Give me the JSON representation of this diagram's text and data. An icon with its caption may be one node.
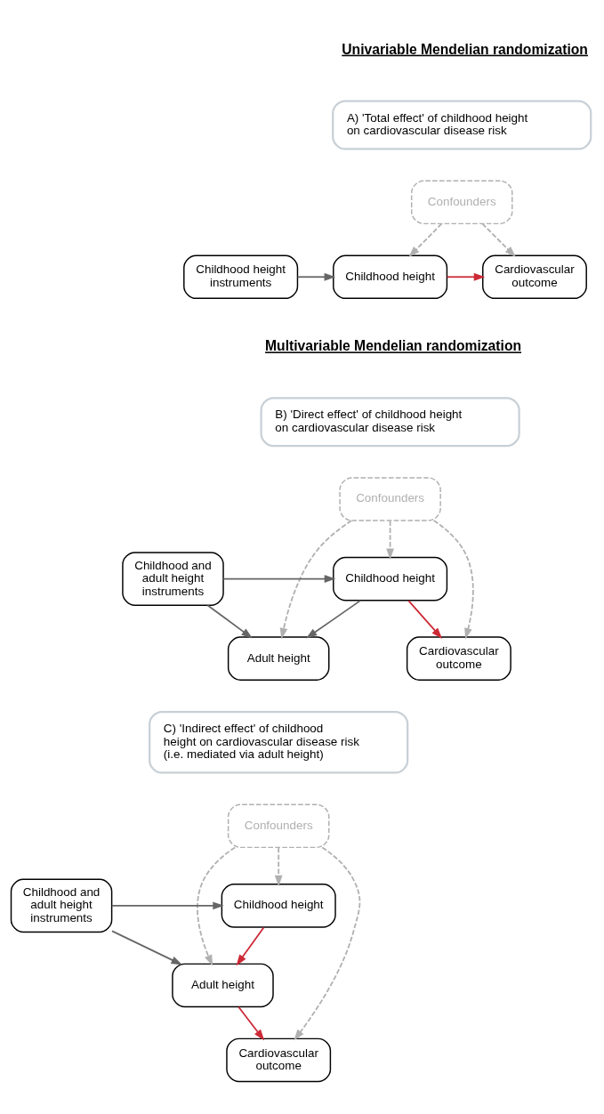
{
  "diagram": {
    "nodes": [
      {
        "text": [
          "A) 'Total effect' of childhood height on cardiovascular disease risk"
        ]
      },
      {
        "text": [
          "Confounders"
        ]
      },
      {
        "text": [
          "Childhood height instruments"
        ]
      },
      {
        "text": [
          "Childhood height"
        ]
      },
      {
        "text": [
          "Cardiovascular outcome"
        ]
      },
      {
        "text": [
          "B) 'Direct effect' of childhood height on cardiovascular disease risk"
        ]
      },
      {
        "text": [
          "Confounders"
        ]
      },
      {
        "text": [
          "Childhood height"
        ]
      },
      {
        "text": [
          "Childhood and adult height instruments"
        ]
      },
      {
        "text": [
          "Cardiovascular outcome"
        ]
      },
      {
        "text": [
          "Adult height"
        ]
      },
      {
        "text": [
          "C) 'Indirect effect' of childhood height on cardiovascular disease risk (i.e. mediated via adult height)"
        ]
      },
      {
        "text": [
          "Confounders"
        ]
      },
      {
        "text": [
          "Childhood height"
        ]
      },
      {
        "text": [
          "Childhood and adult height instruments"
        ]
      },
      {
        "text": [
          "Cardiovascular outcome"
        ]
      },
      {
        "text": [
          "Adult height"
        ]
      }
    ],
    "edges": [
      {
        "from": 1,
        "to": 3,
        "arrow": "to",
        "style": "dashed",
        "color": "#b0b0b0"
      },
      {
        "from": 1,
        "to": 4,
        "arrow": "to",
        "style": "dashed",
        "color": "#b0b0b0"
      },
      {
        "from": 2,
        "to": 3,
        "arrow": "to",
        "color": "#666666"
      },
      {
        "from": 3,
        "to": 4,
        "arrow": "to",
        "color": "#cc2a36"
      },
      {
        "from": 6,
        "to": 7,
        "arrow": "to",
        "style": "dashed",
        "color": "#b0b0b0"
      },
      {
        "from": 6,
        "to": 9,
        "arrow": "to",
        "style": "dashed",
        "color": "#b0b0b0"
      },
      {
        "from": 6,
        "to": 10,
        "arrow": "to",
        "style": "dashed",
        "color": "#b0b0b0"
      },
      {
        "from": 8,
        "to": 7,
        "arrow": "to",
        "color": "#666666"
      },
      {
        "from": 8,
        "to": 10,
        "arrow": "to",
        "color": "#666666"
      },
      {
        "from": 7,
        "to": 10,
        "arrow": "to",
        "color": "#666666"
      },
      {
        "from": 7,
        "to": 9,
        "arrow": "to",
        "color": "#cc2a36"
      },
      {
        "from": 12,
        "to": 13,
        "arrow": "to",
        "style": "dashed",
        "color": "#b0b0b0"
      },
      {
        "from": 12,
        "to": 15,
        "arrow": "to",
        "style": "dashed",
        "color": "#b0b0b0"
      },
      {
        "from": 12,
        "to": 16,
        "arrow": "to",
        "style": "dashed",
        "color": "#b0b0b0"
      },
      {
        "from": 14,
        "to": 13,
        "arrow": "to",
        "color": "#666666"
      },
      {
        "from": 14,
        "to": 16,
        "arrow": "to",
        "color": "#666666"
      },
      {
        "from": 13,
        "to": 16,
        "arrow": "to",
        "color": "#cc2a36"
      },
      {
        "from": 16,
        "to": 15,
        "arrow": "to",
        "color": "#cc2a36"
      }
    ],
    "labels": [
      "Univariable Mendelian randomization",
      "Multivariable Mendelian randomization"
    ]
  }
}
